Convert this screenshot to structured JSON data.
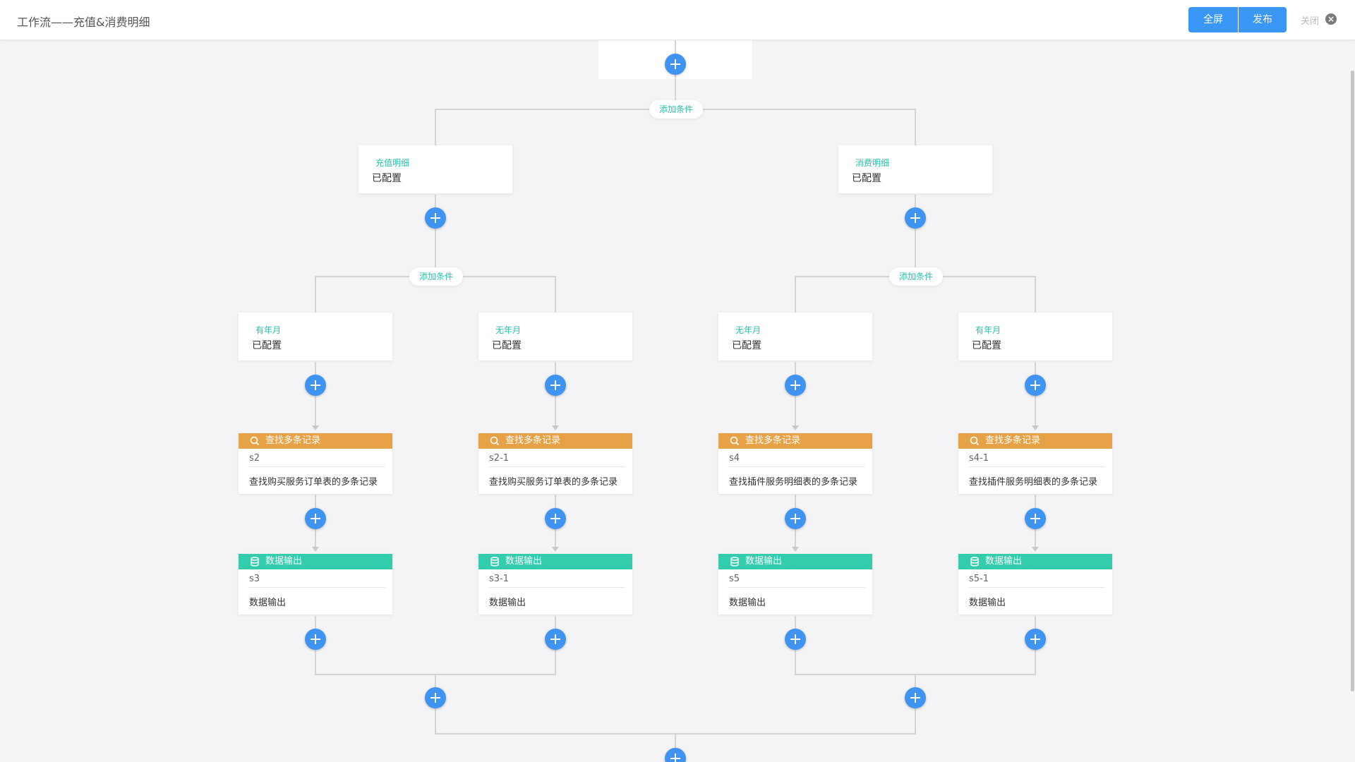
{
  "header": {
    "title": "工作流——充值&消费明细",
    "fullscreen_label": "全屏",
    "publish_label": "发布",
    "close_label": "关闭"
  },
  "colors": {
    "primary": "#3a97f5",
    "plus": "#3f94f2",
    "condition_text": "#2bbfa8",
    "find_header": "#e7a247",
    "output_header": "#33ccad",
    "line": "#c9c9c9"
  },
  "flow": {
    "add_condition_label": "添加条件",
    "level1_conditions": [
      {
        "label": "充值明细",
        "status": "已配置"
      },
      {
        "label": "消费明细",
        "status": "已配置"
      }
    ],
    "branches": [
      {
        "condition": "有年月",
        "status": "已配置",
        "find": {
          "title": "查找多条记录",
          "id": "s2",
          "desc": "查找购买服务订单表的多条记录"
        },
        "output": {
          "title": "数据输出",
          "id": "s3",
          "desc": "数据输出"
        }
      },
      {
        "condition": "无年月",
        "status": "已配置",
        "find": {
          "title": "查找多条记录",
          "id": "s2-1",
          "desc": "查找购买服务订单表的多条记录"
        },
        "output": {
          "title": "数据输出",
          "id": "s3-1",
          "desc": "数据输出"
        }
      },
      {
        "condition": "无年月",
        "status": "已配置",
        "find": {
          "title": "查找多条记录",
          "id": "s4",
          "desc": "查找插件服务明细表的多条记录"
        },
        "output": {
          "title": "数据输出",
          "id": "s5",
          "desc": "数据输出"
        }
      },
      {
        "condition": "有年月",
        "status": "已配置",
        "find": {
          "title": "查找多条记录",
          "id": "s4-1",
          "desc": "查找插件服务明细表的多条记录"
        },
        "output": {
          "title": "数据输出",
          "id": "s5-1",
          "desc": "数据输出"
        }
      }
    ]
  }
}
